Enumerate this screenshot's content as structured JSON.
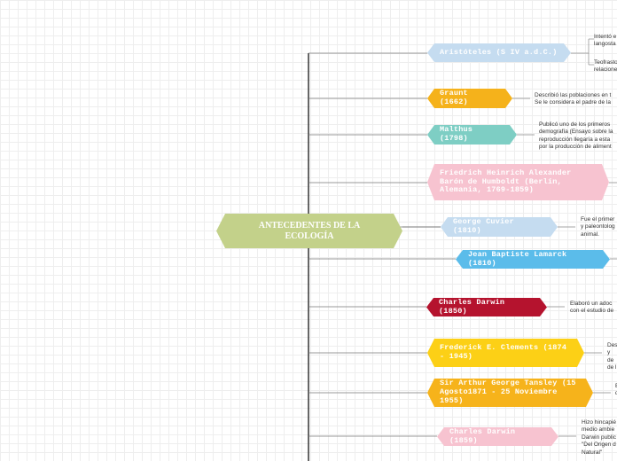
{
  "central_topic": "ANTECEDENTES DE LA ECOLOGÍA",
  "branches": [
    {
      "label": "Aristóteles  (S IV a.d.C.)",
      "color": "#c5dcf0",
      "notes": [
        "Intentó e\nlangosta",
        "Teofrasto\nrelacione"
      ]
    },
    {
      "label": "Graunt (1662)",
      "color": "#f5b21b",
      "notes": [
        "Describió las poblaciones en t\nSe le considera el padre de la"
      ]
    },
    {
      "label": "Malthus (1798)",
      "color": "#7ecec4",
      "notes": [
        "Publicó uno de los primeros\ndemografía (Ensayo sobre la\nreproducción llegaría a esta\npor la producción de aliment"
      ]
    },
    {
      "label": "Friedrich Heinrich Alexander Barón de Humboldt (Berlín, Alemania, 1769-1859)",
      "color": "#f7c3d0",
      "notes": []
    },
    {
      "label": "George Cuvier (1810)",
      "color": "#c5dcf0",
      "notes": [
        "Fue el primer\ny paleontolog\nanimal."
      ]
    },
    {
      "label": "Jean Baptiste Lamarck (1810)",
      "color": "#5bbcea",
      "notes": []
    },
    {
      "label": "Charles Darwin (1850)",
      "color": "#b5132e",
      "notes": [
        "Elaboró un adoc\ncon el estudio de"
      ]
    },
    {
      "label": "Frederick E. Clements (1874 - 1945)",
      "color": "#fcd016",
      "notes": [
        "Des\ny de\nde l"
      ]
    },
    {
      "label": "Sir Arthur George Tansley (15 Agosto1871 - 25 Noviembre 1955)",
      "color": "#f6b31b",
      "notes": [
        "E\nd"
      ]
    },
    {
      "label": "Charles Darwin (1859)",
      "color": "#f7c3d0",
      "notes": [
        "Hizo hincapié\nmedio ambie\nDarwin public\n\"Del Origen d\nNatural\""
      ]
    }
  ]
}
